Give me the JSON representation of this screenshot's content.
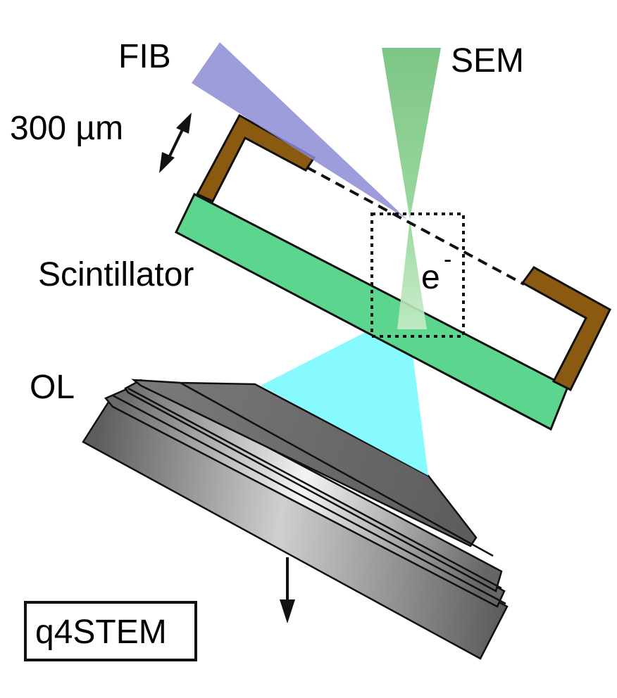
{
  "labels": {
    "fib": "FIB",
    "sem": "SEM",
    "distance": "300 µm",
    "scintillator": "Scintillator",
    "electron": "e",
    "electron_charge": "-",
    "objective_lens": "OL",
    "mode": "q4STEM"
  },
  "colors": {
    "fib_beam": "#9a9ad8",
    "sem_beam": "#6fc07a",
    "scintillator": "#5cd68e",
    "holder": "#8a5a10",
    "light_cone": "#7ffaff",
    "lens_dark": "#6a6a6a",
    "lens_light": "#f2f2f2"
  }
}
